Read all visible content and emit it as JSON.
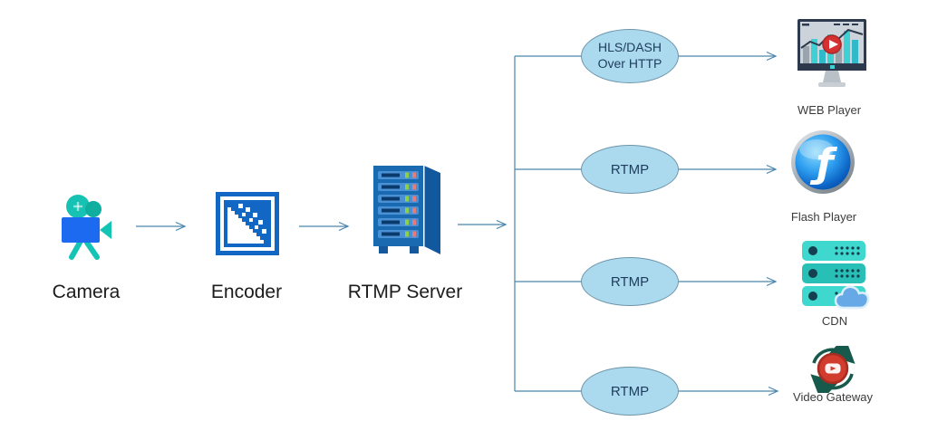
{
  "pipeline": {
    "nodes": [
      {
        "label": "Camera"
      },
      {
        "label": "Encoder"
      },
      {
        "label": "RTMP Server"
      }
    ]
  },
  "branches": [
    {
      "protocol_lines": [
        "HLS/DASH",
        "Over HTTP"
      ],
      "target": "WEB Player"
    },
    {
      "protocol": "RTMP",
      "target": "Flash Player"
    },
    {
      "protocol": "RTMP",
      "target": "CDN"
    },
    {
      "protocol": "RTMP",
      "target": "Video Gateway"
    }
  ],
  "icons": {
    "flash_glyph": "ƒ"
  },
  "colors": {
    "background": "#ffffff",
    "connector": "#4a86ad",
    "ellipse_fill": "#abdaee",
    "ellipse_border": "#6f95aa",
    "ellipse_text": "#1e3c5c",
    "node_label": "#1c1c1c",
    "endpoint_label": "#3b3b3b",
    "camera_teal": "#14c5b5",
    "camera_blue": "#1b6af0",
    "encoder_blue": "#1266c4",
    "server_blue": "#1a6ab2",
    "cdn_teal": "#3ed8cf",
    "cloud_blue": "#66a9e6",
    "flash_blue": "#0b62c4",
    "gateway_red": "#d13c2e",
    "gateway_arrow_green": "#175a4b"
  }
}
